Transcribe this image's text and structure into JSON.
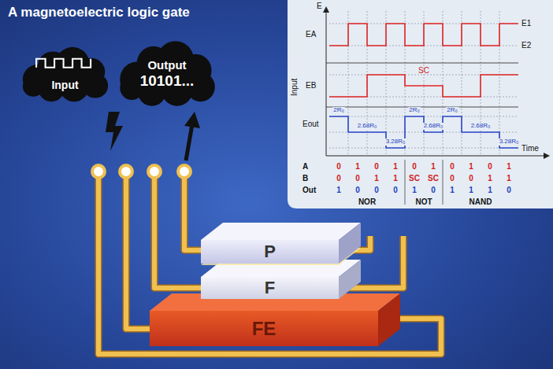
{
  "diagram": {
    "title": "A magnetoelectric logic gate",
    "nodes": [
      {
        "text": [
          "Input"
        ]
      },
      {
        "text": [
          "Output",
          "10101..."
        ]
      },
      {
        "text": [
          "P"
        ]
      },
      {
        "text": [
          "F"
        ]
      },
      {
        "text": [
          "FE"
        ]
      }
    ],
    "labels": [
      "E",
      "EA",
      "EB",
      "Eout",
      "Input",
      "E1",
      "E2",
      "SC",
      "2R₀",
      "2.68R₀",
      "3.28R₀",
      "2R₀",
      "2.68R₀",
      "2R₀",
      "2.68R₀",
      "3.28R₀",
      "Time",
      "A",
      "0",
      "1",
      "0",
      "1",
      "0",
      "1",
      "0",
      "1",
      "0",
      "1",
      "B",
      "0",
      "0",
      "1",
      "1",
      "SC",
      "SC",
      "0",
      "0",
      "1",
      "1",
      "Out",
      "1",
      "0",
      "0",
      "0",
      "1",
      "0",
      "1",
      "1",
      "1",
      "0",
      "NOR",
      "NOT",
      "NAND"
    ]
  }
}
